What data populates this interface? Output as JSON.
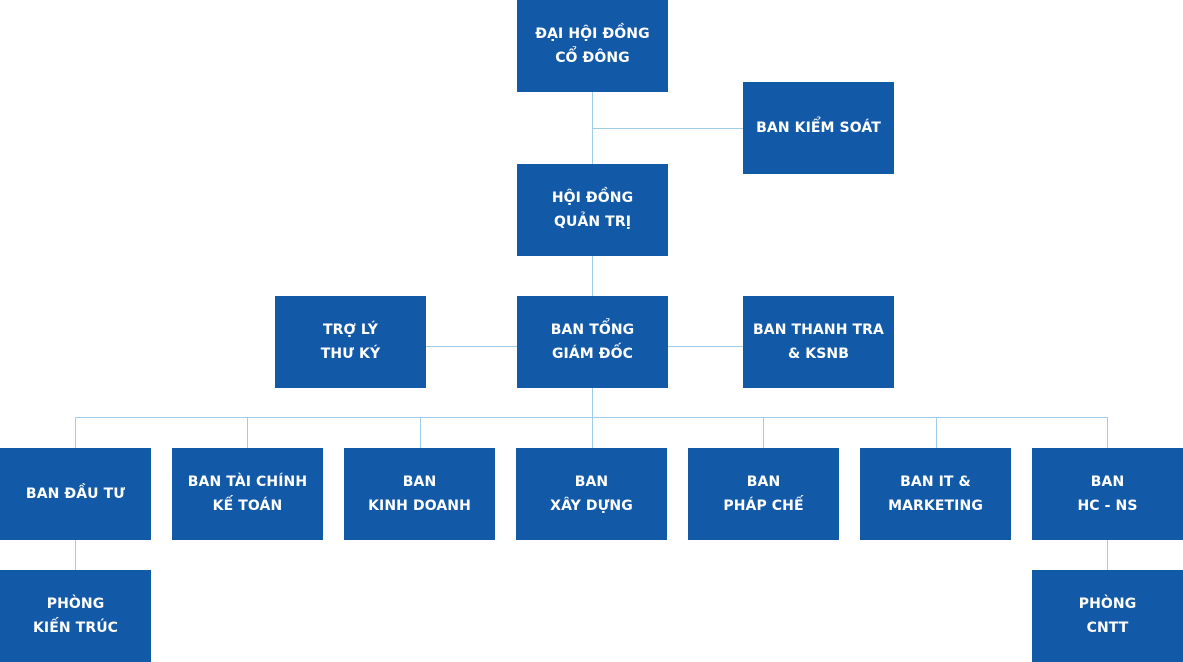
{
  "nodes": {
    "dai_hoi_dong_co_dong": {
      "line1": "ĐẠI HỘI ĐỒNG",
      "line2": "CỔ ĐÔNG"
    },
    "ban_kiem_soat": {
      "line1": "BAN KIỂM SOÁT"
    },
    "hoi_dong_quan_tri": {
      "line1": "HỘI ĐỒNG",
      "line2": "QUẢN TRỊ"
    },
    "tro_ly_thu_ky": {
      "line1": "TRỢ LÝ",
      "line2": "THƯ KÝ"
    },
    "ban_tong_giam_doc": {
      "line1": "BAN TỔNG",
      "line2": "GIÁM ĐỐC"
    },
    "ban_thanh_tra": {
      "line1": "BAN THANH TRA",
      "line2": "& KSNB"
    },
    "ban_dau_tu": {
      "line1": "BAN ĐẦU TƯ"
    },
    "ban_tai_chinh": {
      "line1": "BAN TÀI CHÍNH",
      "line2": "KẾ TOÁN"
    },
    "ban_kinh_doanh": {
      "line1": "BAN",
      "line2": "KINH DOANH"
    },
    "ban_xay_dung": {
      "line1": "BAN",
      "line2": "XÂY DỰNG"
    },
    "ban_phap_che": {
      "line1": "BAN",
      "line2": "PHÁP CHẾ"
    },
    "ban_it_marketing": {
      "line1": "BAN IT &",
      "line2": "MARKETING"
    },
    "ban_hc_ns": {
      "line1": "BAN",
      "line2": "HC - NS"
    },
    "phong_kien_truc": {
      "line1": "PHÒNG",
      "line2": "KIẾN TRÚC"
    },
    "phong_cntt": {
      "line1": "PHÒNG",
      "line2": "CNTT"
    }
  },
  "colors": {
    "box_fill": "#1259a8",
    "box_text": "#ffffff",
    "connector": "#9fcde8",
    "background": "#ffffff"
  }
}
